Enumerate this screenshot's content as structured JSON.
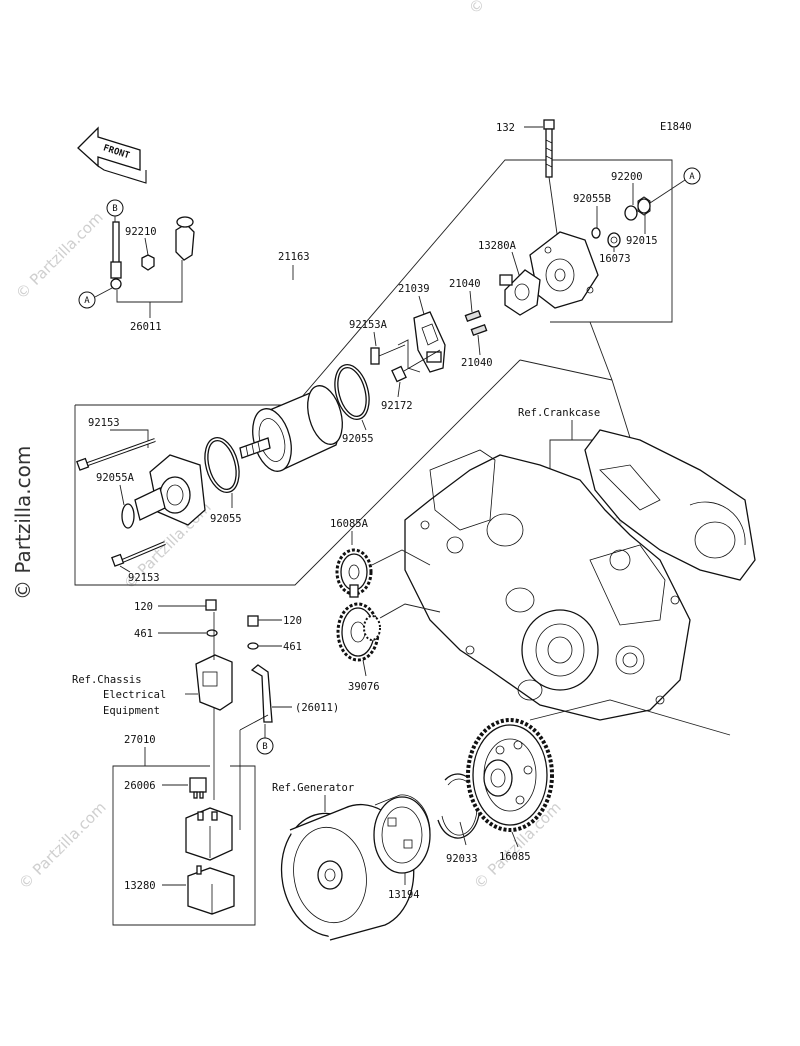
{
  "diagram_code": "E1840",
  "front_label": "FRONT",
  "watermark": "© Partzilla.com",
  "callouts": {
    "A": "A",
    "B": "B"
  },
  "parts": {
    "p132": "132",
    "p92200": "92200",
    "p92055B": "92055B",
    "p92015": "92015",
    "p16073": "16073",
    "p13280A": "13280A",
    "p92210": "92210",
    "p21163": "21163",
    "p21039": "21039",
    "p21040a": "21040",
    "p21040b": "21040",
    "p92153A": "92153A",
    "p26011": "26011",
    "p92172": "92172",
    "p92055a": "92055",
    "p92153top": "92153",
    "p92055A": "92055A",
    "p92055b": "92055",
    "p92153bot": "92153",
    "p16085A": "16085A",
    "p120a": "120",
    "p120b": "120",
    "p461a": "461",
    "p461b": "461",
    "p39076": "39076",
    "p26011paren": "(26011)",
    "p27010": "27010",
    "p26006": "26006",
    "p13280": "13280",
    "p13194": "13194",
    "p92033": "92033",
    "p16085": "16085"
  },
  "references": {
    "crankcase": "Ref.Crankcase",
    "chassis_1": "Ref.Chassis",
    "chassis_2": "Electrical",
    "chassis_3": "Equipment",
    "generator": "Ref.Generator"
  }
}
